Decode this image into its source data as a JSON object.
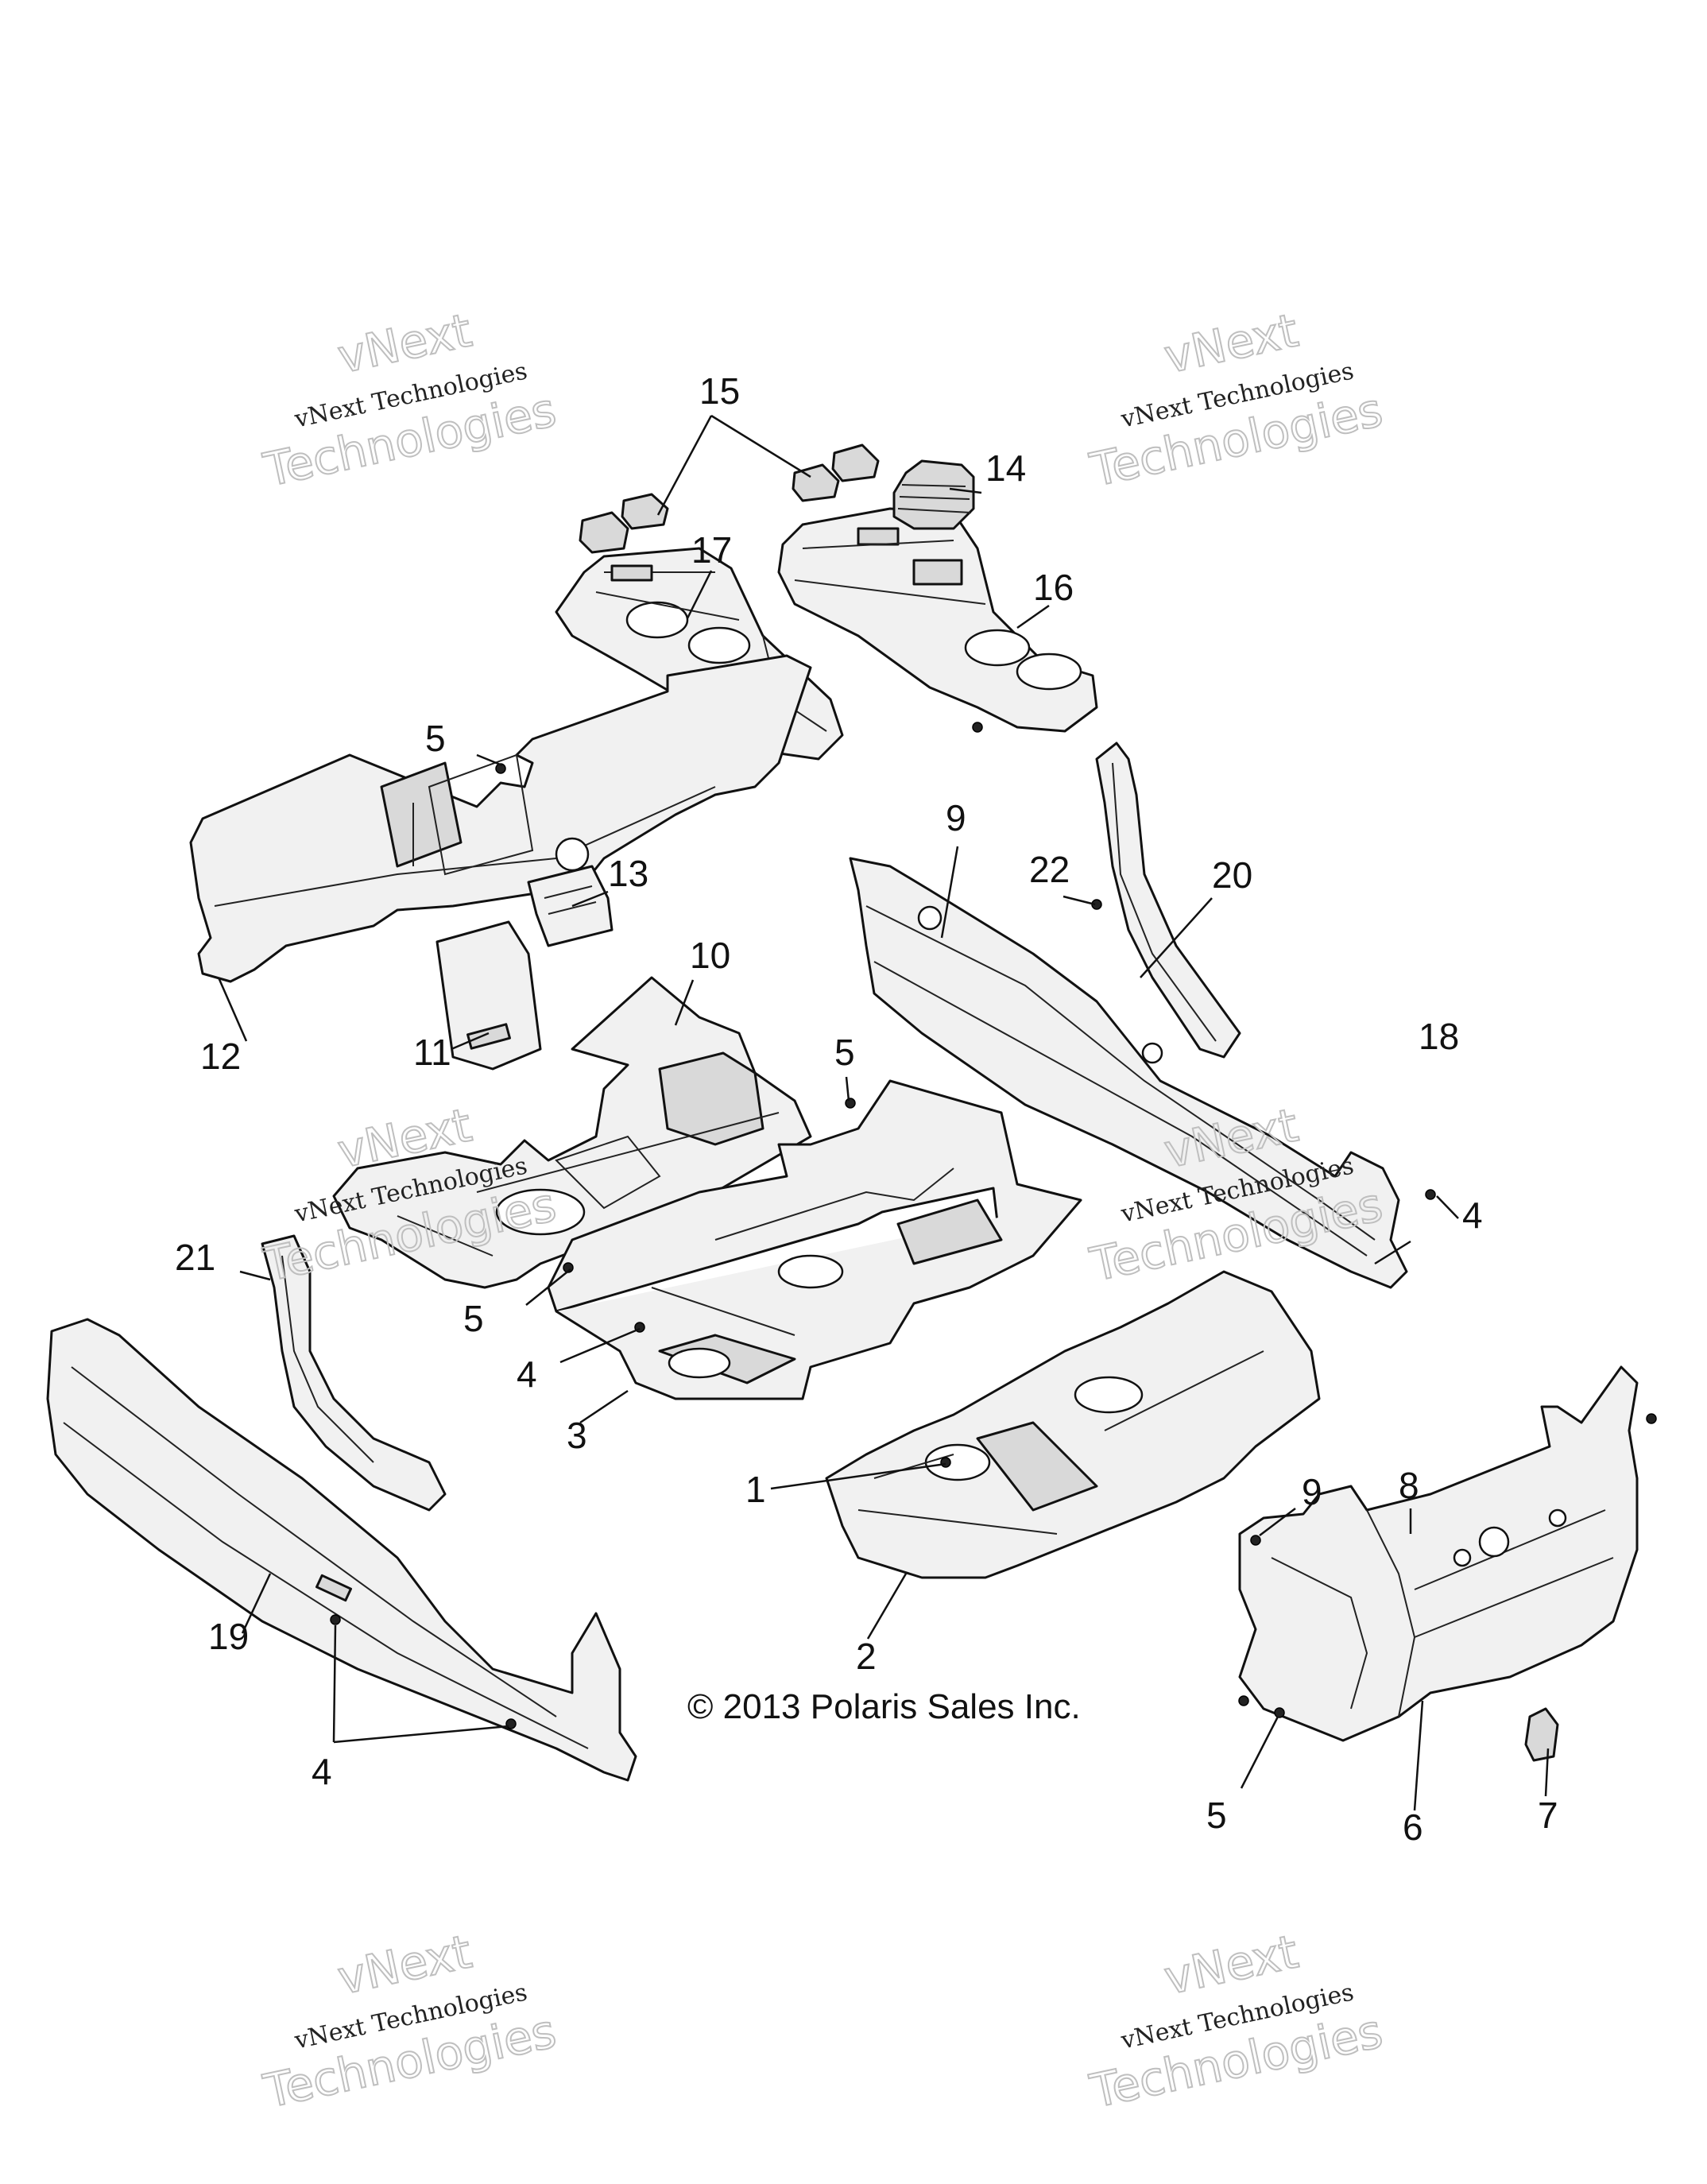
{
  "callouts": {
    "c1": "1",
    "c2": "2",
    "c3": "3",
    "c4a": "4",
    "c4b": "4",
    "c4c": "4",
    "c5a": "5",
    "c5b": "5",
    "c5c": "5",
    "c5d": "5",
    "c6": "6",
    "c7": "7",
    "c8": "8",
    "c9a": "9",
    "c9b": "9",
    "c10": "10",
    "c11": "11",
    "c12": "12",
    "c13": "13",
    "c14": "14",
    "c15": "15",
    "c16": "16",
    "c17": "17",
    "c18": "18",
    "c19": "19",
    "c20": "20",
    "c21": "21",
    "c22": "22"
  },
  "watermark": {
    "line1": "vNext Technologies",
    "line2": "Technologies",
    "line3": "vNext"
  },
  "copyright": "© 2013 Polaris Sales Inc."
}
